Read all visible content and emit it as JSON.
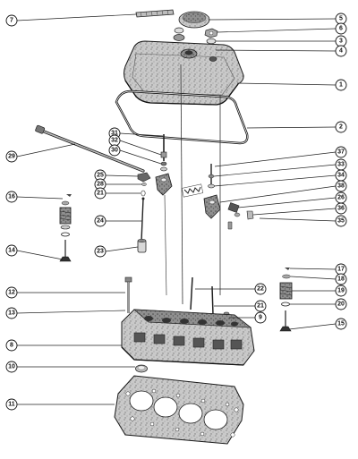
{
  "diagram": {
    "callouts": [
      {
        "id": "c1",
        "label": "1"
      },
      {
        "id": "c2",
        "label": "2"
      },
      {
        "id": "c3",
        "label": "3"
      },
      {
        "id": "c4",
        "label": "4"
      },
      {
        "id": "c5",
        "label": "5"
      },
      {
        "id": "c6",
        "label": "6"
      },
      {
        "id": "c7",
        "label": "7"
      },
      {
        "id": "c8",
        "label": "8"
      },
      {
        "id": "c9",
        "label": "9"
      },
      {
        "id": "c10",
        "label": "10"
      },
      {
        "id": "c11",
        "label": "11"
      },
      {
        "id": "c12",
        "label": "12"
      },
      {
        "id": "c13",
        "label": "13"
      },
      {
        "id": "c14",
        "label": "14"
      },
      {
        "id": "c15",
        "label": "15"
      },
      {
        "id": "c16",
        "label": "16"
      },
      {
        "id": "c17",
        "label": "17"
      },
      {
        "id": "c18",
        "label": "18"
      },
      {
        "id": "c19",
        "label": "19"
      },
      {
        "id": "c20",
        "label": "20"
      },
      {
        "id": "c21a",
        "label": "21"
      },
      {
        "id": "c21b",
        "label": "21"
      },
      {
        "id": "c22",
        "label": "22"
      },
      {
        "id": "c23",
        "label": "23"
      },
      {
        "id": "c24",
        "label": "24"
      },
      {
        "id": "c25",
        "label": "25"
      },
      {
        "id": "c26",
        "label": "26"
      },
      {
        "id": "c28",
        "label": "28"
      },
      {
        "id": "c29",
        "label": "29"
      },
      {
        "id": "c30",
        "label": "30"
      },
      {
        "id": "c31",
        "label": "31"
      },
      {
        "id": "c32",
        "label": "32"
      },
      {
        "id": "c33",
        "label": "33"
      },
      {
        "id": "c34",
        "label": "34"
      },
      {
        "id": "c35",
        "label": "35"
      },
      {
        "id": "c36",
        "label": "36"
      },
      {
        "id": "c37",
        "label": "37"
      },
      {
        "id": "c38a",
        "label": "38"
      },
      {
        "id": "c38b",
        "label": "38"
      }
    ]
  }
}
